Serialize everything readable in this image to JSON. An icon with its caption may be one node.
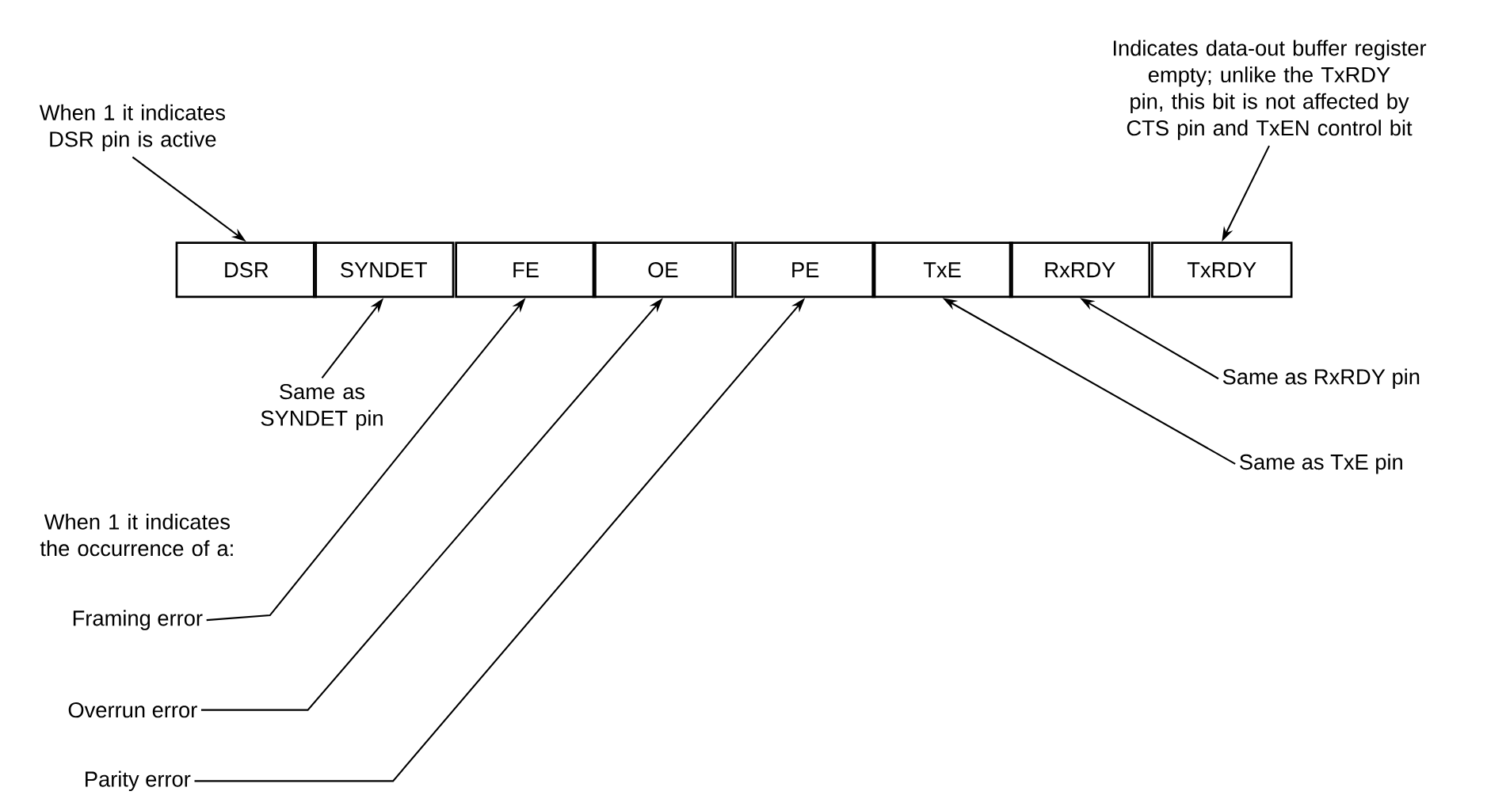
{
  "diagram": {
    "nodes": [
      {
        "text": [
          "DSR"
        ]
      },
      {
        "text": [
          "SYNDET"
        ]
      },
      {
        "text": [
          "FE"
        ]
      },
      {
        "text": [
          "OE"
        ]
      },
      {
        "text": [
          "PE"
        ]
      },
      {
        "text": [
          "TxE"
        ]
      },
      {
        "text": [
          "RxRDY"
        ]
      },
      {
        "text": [
          "TxRDY"
        ]
      },
      {
        "text": [
          "When 1 it indicates DSR pin is active"
        ]
      },
      {
        "text": [
          "Indicates data-out buffer register empty; unlike the TxRDY pin, this bit is not affected by CTS pin and TxEN control bit"
        ]
      },
      {
        "text": [
          "Same as SYNDET pin"
        ]
      },
      {
        "text": [
          "Framing error"
        ]
      },
      {
        "text": [
          "Overrun error"
        ]
      },
      {
        "text": [
          "Parity error"
        ]
      },
      {
        "text": [
          "Same as RxRDY pin"
        ]
      },
      {
        "text": [
          "Same as TxE pin"
        ]
      }
    ],
    "edges": [
      {
        "from": 8,
        "to": 0,
        "arrow": "to"
      },
      {
        "from": 9,
        "to": 7,
        "arrow": "to"
      },
      {
        "from": 10,
        "to": 1,
        "arrow": "to"
      },
      {
        "from": 11,
        "to": 2,
        "arrow": "to"
      },
      {
        "from": 12,
        "to": 3,
        "arrow": "to"
      },
      {
        "from": 13,
        "to": 4,
        "arrow": "to"
      },
      {
        "from": 14,
        "to": 6,
        "arrow": "to"
      },
      {
        "from": 15,
        "to": 5,
        "arrow": "to"
      }
    ],
    "labels": [
      "When 1 it indicates the occurrence of a:"
    ]
  }
}
